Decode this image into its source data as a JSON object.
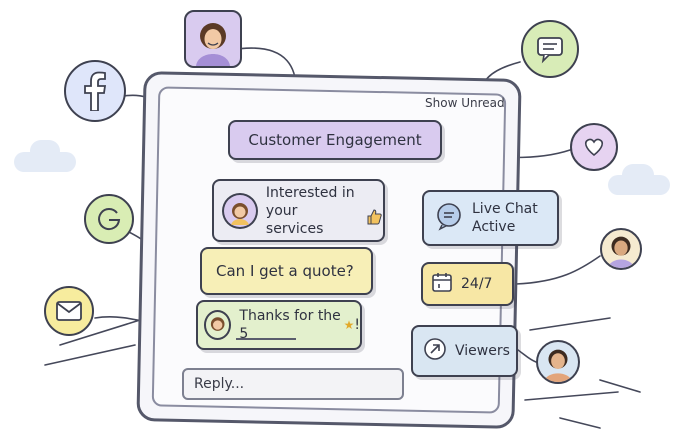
{
  "header": {
    "show_unread": "Show Unread"
  },
  "title": "Customer Engagement",
  "messages": [
    {
      "line1": "Interested in",
      "line2": "your services"
    },
    {
      "text": "Can I get a quote?"
    },
    {
      "text": "Thanks for the 5"
    }
  ],
  "reply": {
    "placeholder": "Reply..."
  },
  "side": {
    "live_line1": "Live Chat",
    "live_line2": "Active",
    "hours": "24/7",
    "viewers": "Viewers"
  },
  "icons": [
    "facebook-icon",
    "google-icon",
    "mail-icon",
    "chat-bubble-icon",
    "heart-icon",
    "thumbs-up-icon",
    "star-icon",
    "calendar-icon",
    "arrow-icon"
  ],
  "colors": {
    "title_bg": "#d9cbef",
    "quote_bg": "#f7efb7",
    "thanks_bg": "#e3f0cd",
    "live_bg": "#dbe8f6",
    "hours_bg": "#f7e7a5"
  }
}
